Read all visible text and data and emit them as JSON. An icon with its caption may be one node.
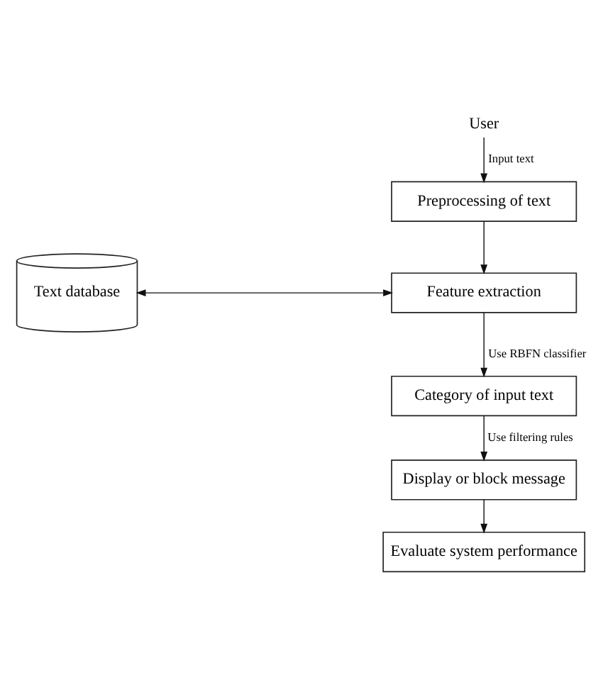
{
  "diagram": {
    "nodes": [
      {
        "text": [
          "User"
        ]
      },
      {
        "text": [
          "Preprocessing of text"
        ]
      },
      {
        "text": [
          "Text database"
        ]
      },
      {
        "text": [
          "Feature extraction"
        ]
      },
      {
        "text": [
          "Category of input text"
        ]
      },
      {
        "text": [
          "Display or block message"
        ]
      },
      {
        "text": [
          "Evaluate system performance"
        ]
      }
    ],
    "edges": [
      {
        "from": 0,
        "to": 1,
        "arrow": "to",
        "label": "Input text"
      },
      {
        "from": 1,
        "to": 3,
        "arrow": "to"
      },
      {
        "from": 2,
        "to": 3,
        "arrow": "both"
      },
      {
        "from": 3,
        "to": 4,
        "arrow": "to",
        "label": "Use RBFN classifier"
      },
      {
        "from": 4,
        "to": 5,
        "arrow": "to",
        "label": "Use filtering rules"
      },
      {
        "from": 5,
        "to": 6,
        "arrow": "to"
      }
    ]
  }
}
